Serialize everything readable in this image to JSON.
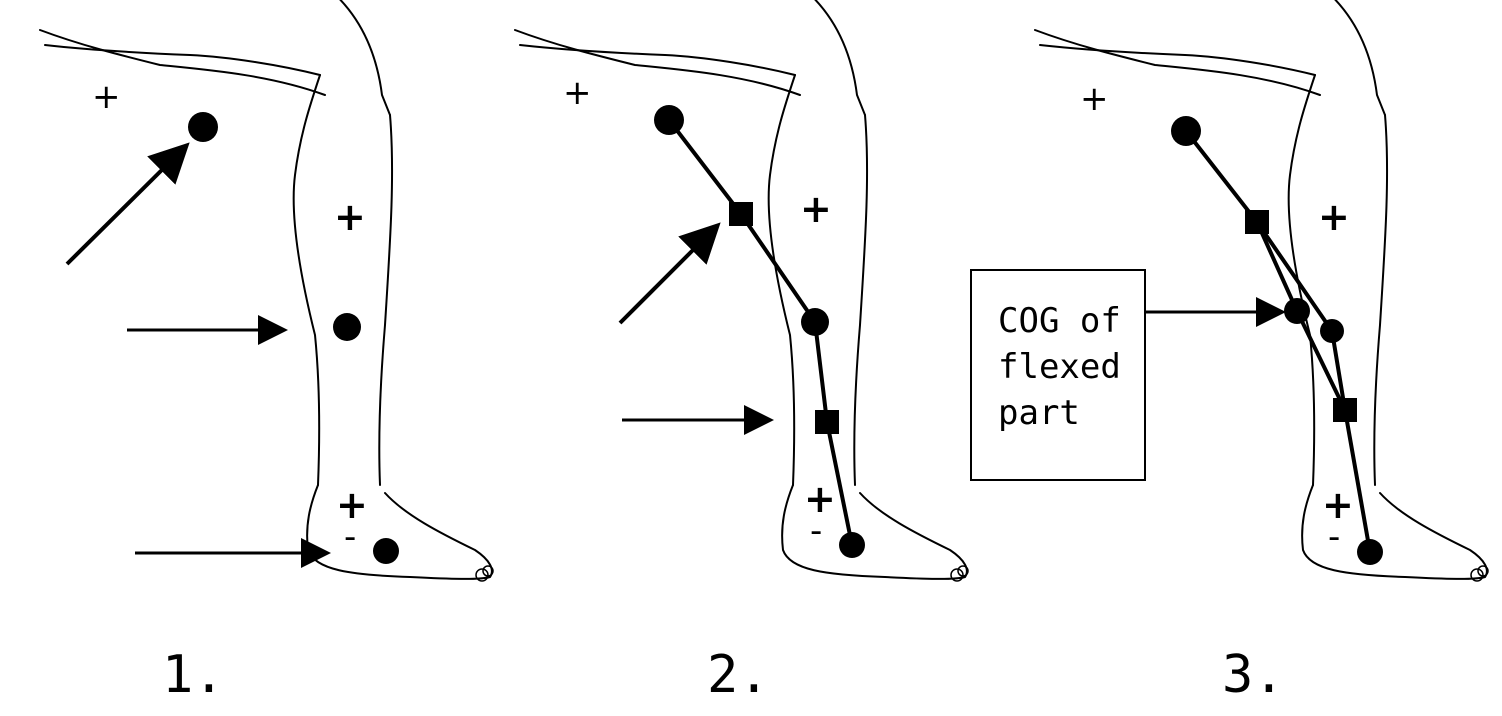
{
  "panels": [
    {
      "label": "1."
    },
    {
      "label": "2."
    },
    {
      "label": "3."
    }
  ],
  "signs": {
    "plus": "+",
    "minus": "-"
  },
  "annotation": {
    "lines": [
      "COG of",
      "flexed",
      "part"
    ]
  }
}
